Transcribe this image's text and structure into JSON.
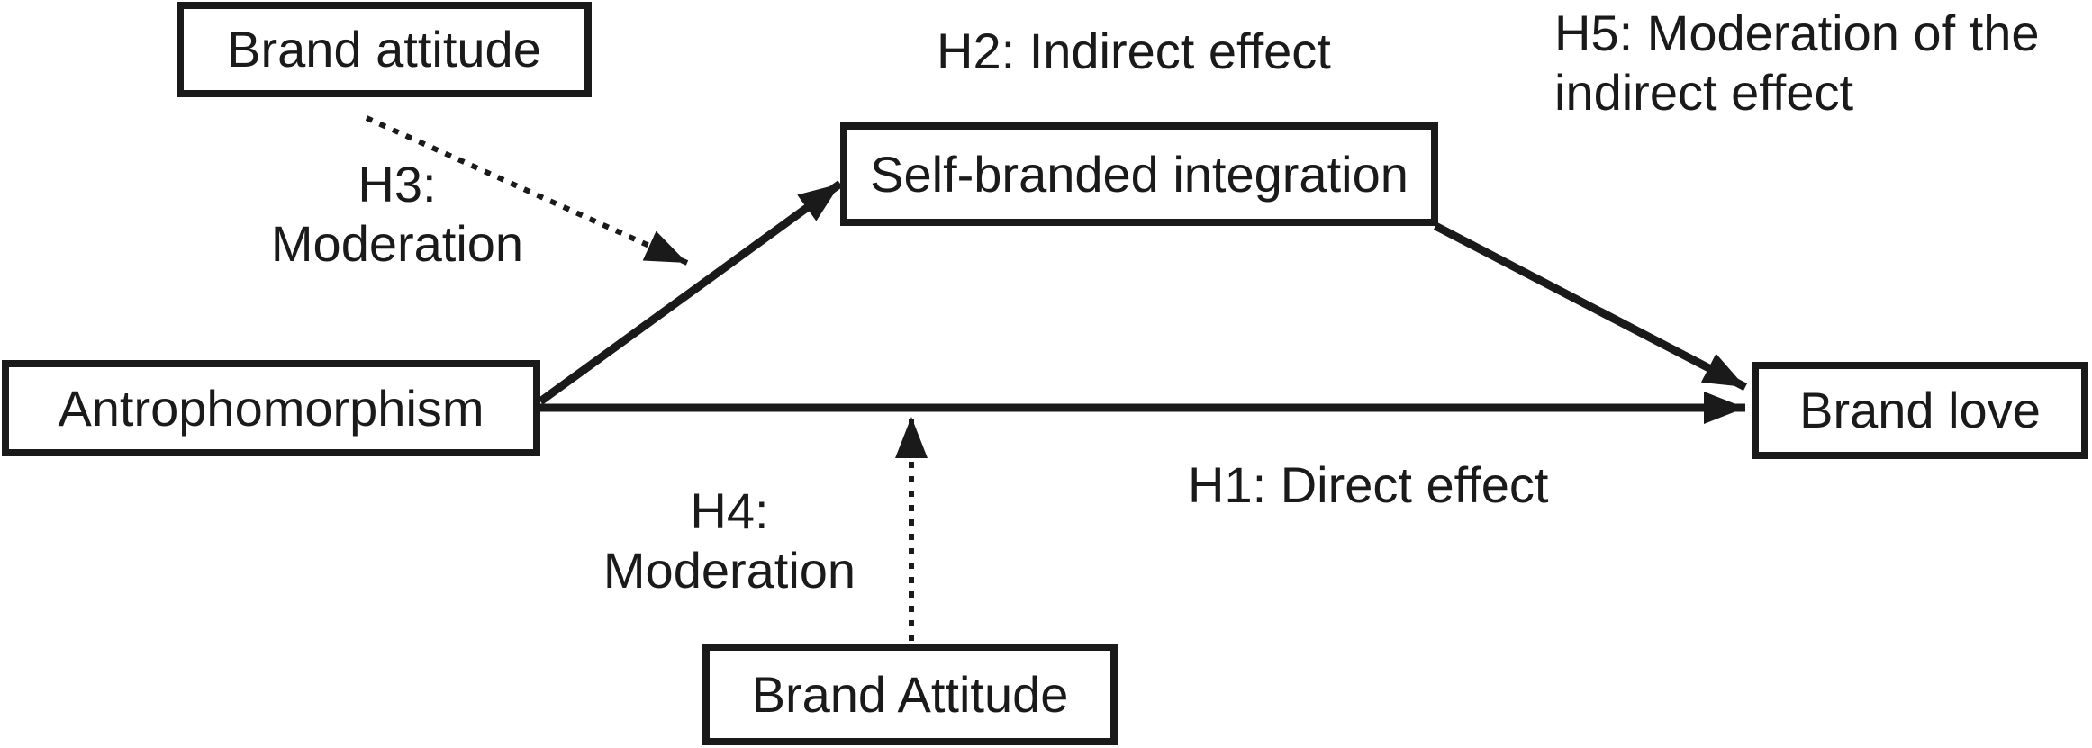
{
  "diagram": {
    "title": "Conceptual research model: anthropomorphism, self-branded integration and brand love",
    "colors": {
      "ink": "#1a1a1a",
      "background": "#ffffff"
    },
    "boxes": {
      "brand_attitude_top": "Brand attitude",
      "self_branded_integration": "Self-branded integration",
      "anthropomorphism": "Antrophomorphism",
      "brand_love": "Brand love",
      "brand_attitude_bottom": "Brand Attitude"
    },
    "labels": {
      "h1": "H1: Direct effect",
      "h2": "H2: Indirect effect",
      "h3": "H3:\nModeration",
      "h4": "H4:\nModeration",
      "h5": "H5: Moderation of the\nindirect effect"
    },
    "edges": [
      {
        "from": "anthropomorphism",
        "to": "self_branded_integration",
        "style": "solid",
        "label": "H2: Indirect effect"
      },
      {
        "from": "self_branded_integration",
        "to": "brand_love",
        "style": "solid",
        "label": "H5: Moderation of the indirect effect"
      },
      {
        "from": "anthropomorphism",
        "to": "brand_love",
        "style": "solid",
        "label": "H1: Direct effect"
      },
      {
        "from": "brand_attitude_top",
        "to": "path anthropomorphism → self_branded_integration",
        "style": "dotted",
        "label": "H3: Moderation"
      },
      {
        "from": "brand_attitude_bottom",
        "to": "path anthropomorphism → brand_love",
        "style": "dotted",
        "label": "H4: Moderation"
      }
    ]
  }
}
